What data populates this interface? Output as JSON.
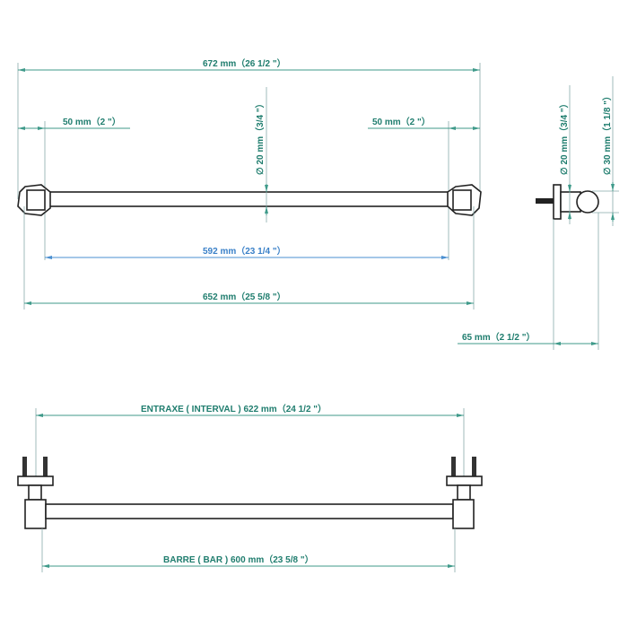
{
  "drawing": {
    "top_view": {
      "overall_length": "672 mm（26 1/2 \"）",
      "left_offset": "50 mm（2 \"）",
      "right_offset": "50 mm（2 \"）",
      "bar_diameter": "∅ 20 mm（3/4 \"）",
      "bar_length_between": "592 mm（23 1/4 \"）",
      "length_652": "652 mm（25 5/8 \"）"
    },
    "side_view": {
      "bar_diameter": "∅ 20 mm（3/4 \"）",
      "end_diameter": "∅ 30 mm（1 1/8 \"）",
      "projection": "65 mm（2 1/2 \"）"
    },
    "front_view": {
      "interval": "ENTRAXE ( INTERVAL )  622 mm（24 1/2 \"）",
      "bar": "BARRE ( BAR )  600 mm（23 5/8 \"）"
    },
    "colors": {
      "dimension": "#3f9a8a",
      "dimension_blue": "#4a8fd0",
      "object": "#222222"
    }
  }
}
